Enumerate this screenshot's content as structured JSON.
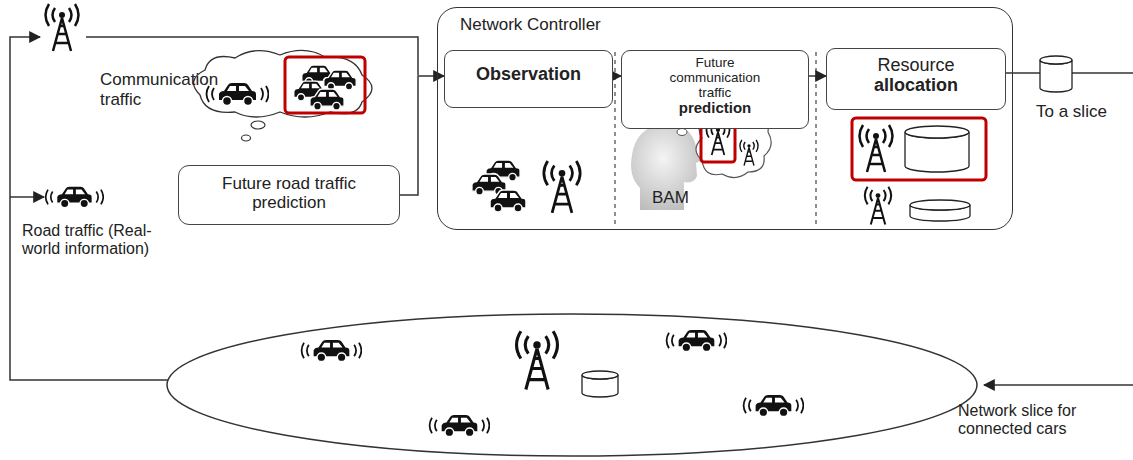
{
  "diagram": {
    "nodes": [
      {
        "text": [
          "Network Controller"
        ]
      },
      {
        "text": [
          "Observation"
        ],
        "in": 0
      },
      {
        "text": [
          "Future communication traffic",
          "prediction"
        ],
        "in": 0
      },
      {
        "text": [
          "Resource",
          "allocation"
        ],
        "in": 0
      },
      {
        "text": [
          "Future road traffic prediction"
        ]
      }
    ],
    "edges": [
      {
        "from": 1,
        "to": 2,
        "arrow": "to"
      },
      {
        "from": 2,
        "to": 3,
        "arrow": "to"
      },
      {
        "from": 4,
        "to": 1,
        "arrow": "to"
      }
    ],
    "labels": [
      "Communication traffic",
      "Road traffic (Real-world information)",
      "BAM",
      "To a slice",
      "Network slice for connected cars"
    ]
  }
}
